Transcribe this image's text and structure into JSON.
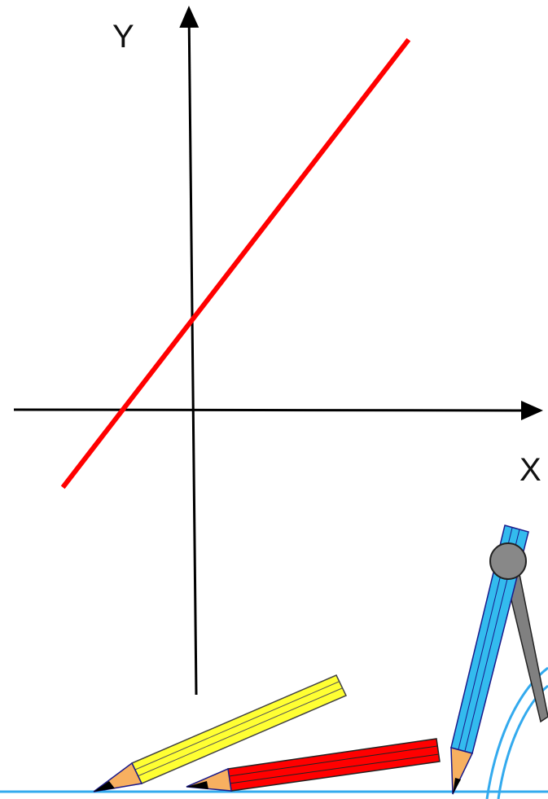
{
  "diagram": {
    "x_axis_label": "X",
    "y_axis_label": "Y",
    "line_color": "#ff0000",
    "axis_color": "#000000"
  },
  "decorations": {
    "pencils": [
      {
        "name": "yellow-pencil",
        "body_color": "#ffff33"
      },
      {
        "name": "red-pencil",
        "body_color": "#ff0000"
      }
    ],
    "compass": {
      "arm_color": "#33bbee",
      "second_arm_color": "#808080",
      "hinge_color": "#888888"
    },
    "ruler_edge_color": "#33aaee"
  }
}
